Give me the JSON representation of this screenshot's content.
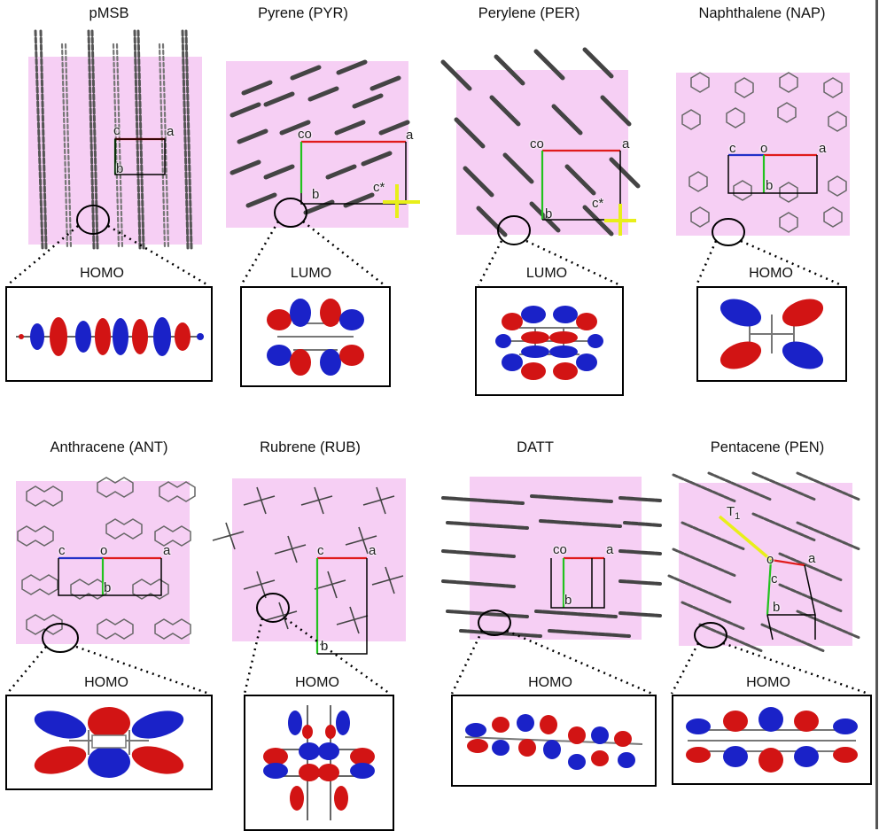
{
  "panels": [
    {
      "title": "pMSB",
      "orbital": "HOMO",
      "axis_labels": [
        "c",
        "a",
        "b"
      ]
    },
    {
      "title": "Pyrene (PYR)",
      "orbital": "LUMO",
      "axis_labels": [
        "co",
        "a",
        "b",
        "c*"
      ]
    },
    {
      "title": "Perylene (PER)",
      "orbital": "LUMO",
      "axis_labels": [
        "co",
        "a",
        "b",
        "c*"
      ]
    },
    {
      "title": "Naphthalene (NAP)",
      "orbital": "HOMO",
      "axis_labels": [
        "c",
        "o",
        "a",
        "b"
      ]
    },
    {
      "title": "Anthracene (ANT)",
      "orbital": "HOMO",
      "axis_labels": [
        "c",
        "o",
        "a",
        "b"
      ]
    },
    {
      "title": "Rubrene (RUB)",
      "orbital": "HOMO",
      "axis_labels": [
        "c",
        "a",
        "b"
      ]
    },
    {
      "title": "DATT",
      "orbital": "HOMO",
      "axis_labels": [
        "co",
        "a",
        "b"
      ]
    },
    {
      "title": "Pentacene (PEN)",
      "orbital": "HOMO",
      "axis_labels": [
        "T1",
        "o",
        "a",
        "c",
        "b"
      ]
    }
  ],
  "colors": {
    "cell_background": "#f6cff4",
    "axis_a": "#e01b1b",
    "axis_b": "#22c21e",
    "axis_c": "#2230c8",
    "axis_c_star": "#e8ef1a",
    "orbital_positive": "#d21414",
    "orbital_negative": "#1a22c8"
  }
}
